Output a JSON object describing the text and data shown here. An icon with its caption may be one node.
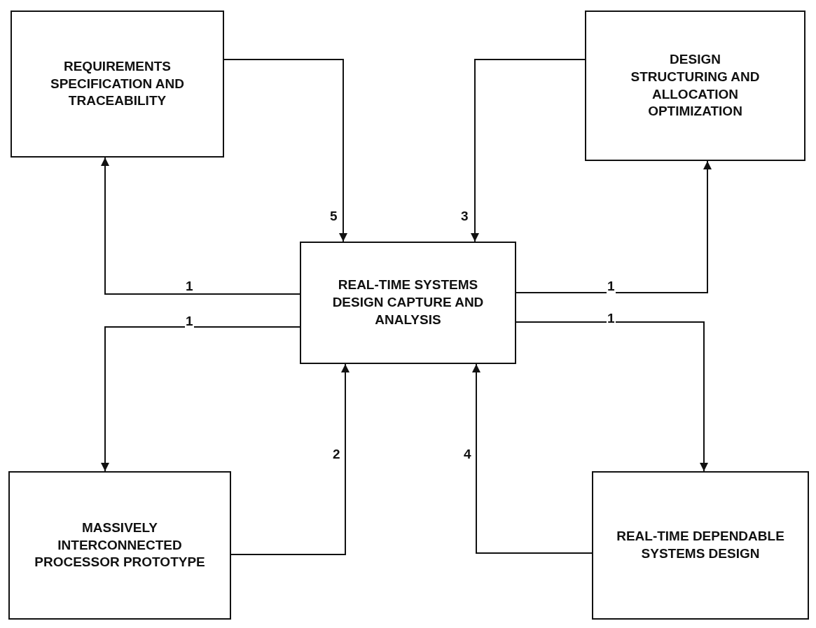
{
  "diagram": {
    "nodes": [
      {
        "text": [
          "REQUIREMENTS SPECIFICATION AND TRACEABILITY"
        ]
      },
      {
        "text": [
          "DESIGN STRUCTURING AND ALLOCATION OPTIMIZATION"
        ]
      },
      {
        "text": [
          "REAL-TIME SYSTEMS DESIGN CAPTURE AND ANALYSIS"
        ]
      },
      {
        "text": [
          "MASSIVELY INTERCONNECTED PROCESSOR PROTOTYPE"
        ]
      },
      {
        "text": [
          "REAL-TIME DEPENDABLE SYSTEMS DESIGN"
        ]
      }
    ],
    "edges": [
      {
        "from": 0,
        "to": 2,
        "arrow": "to",
        "label": "5"
      },
      {
        "from": 1,
        "to": 2,
        "arrow": "to",
        "label": "3"
      },
      {
        "from": 2,
        "to": 0,
        "arrow": "to",
        "label": "1"
      },
      {
        "from": 2,
        "to": 1,
        "arrow": "to",
        "label": "1"
      },
      {
        "from": 2,
        "to": 3,
        "arrow": "to",
        "label": "1"
      },
      {
        "from": 2,
        "to": 4,
        "arrow": "to",
        "label": "1"
      },
      {
        "from": 3,
        "to": 2,
        "arrow": "to",
        "label": "2"
      },
      {
        "from": 4,
        "to": 2,
        "arrow": "to",
        "label": "4"
      }
    ]
  }
}
